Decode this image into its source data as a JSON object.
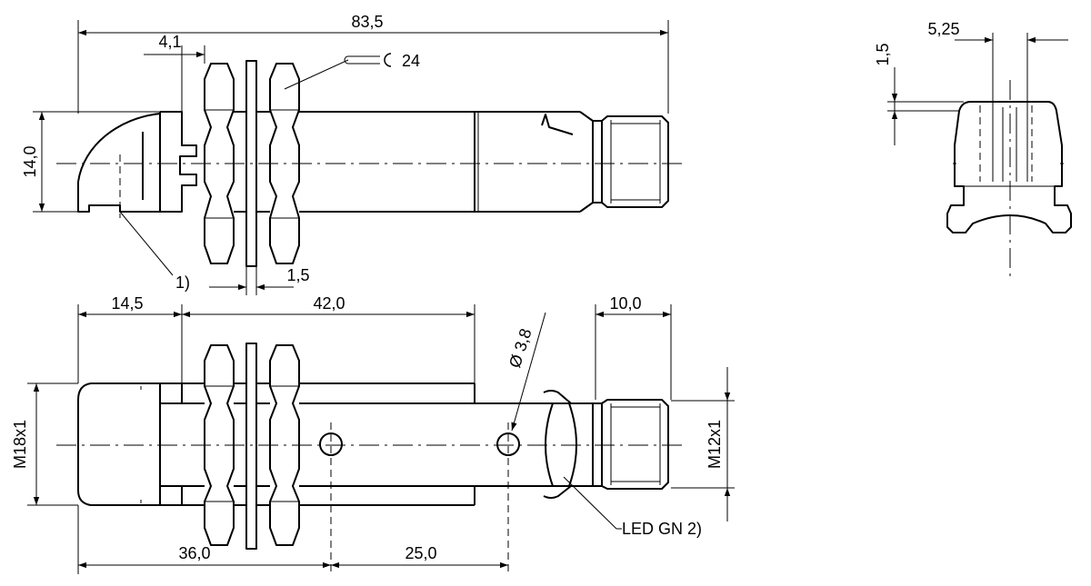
{
  "dimensions": {
    "top_overall_length": "83,5",
    "top_nut_offset": "4,1",
    "top_wrench_size": "24",
    "top_height": "14,0",
    "top_washer": "1,5",
    "note_1": "1)",
    "bottom_length_1": "14,5",
    "bottom_length_2": "42,0",
    "bottom_connector_length": "10,0",
    "hole_diameter": "Ø 3,8",
    "thread_body": "M18x1",
    "thread_connector": "M12x1",
    "bottom_length_3": "36,0",
    "bottom_length_4": "25,0",
    "led_label": "LED GN 2)",
    "right_width": "5,25",
    "right_height": "1,5"
  }
}
